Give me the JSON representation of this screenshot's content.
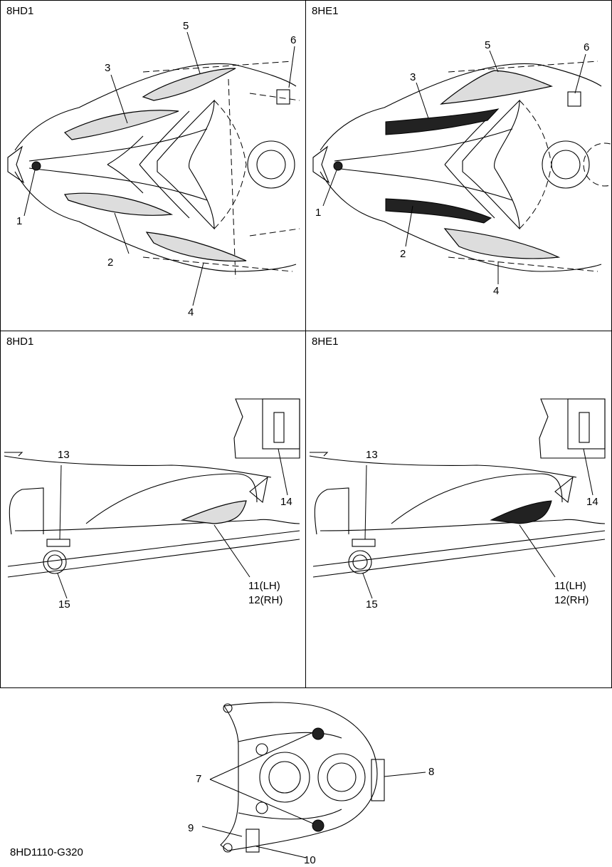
{
  "panels": {
    "top_left": {
      "model": "8HD1",
      "callouts": [
        "1",
        "2",
        "3",
        "4",
        "5",
        "6"
      ]
    },
    "top_right": {
      "model": "8HE1",
      "callouts": [
        "1",
        "2",
        "3",
        "4",
        "5",
        "6"
      ]
    },
    "mid_left": {
      "model": "8HD1",
      "callouts": [
        "13",
        "14",
        "11(LH)",
        "12(RH)",
        "15"
      ]
    },
    "mid_right": {
      "model": "8HE1",
      "callouts": [
        "13",
        "14",
        "11(LH)",
        "12(RH)",
        "15"
      ]
    },
    "bottom": {
      "callouts": [
        "7",
        "8",
        "9",
        "10"
      ]
    }
  },
  "caption": "8HD1110-G320"
}
